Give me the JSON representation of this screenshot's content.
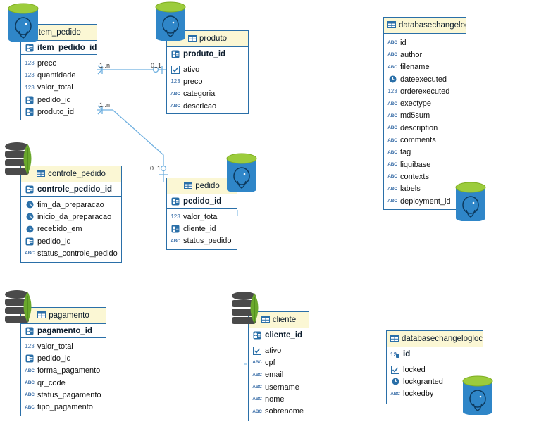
{
  "diagram": {
    "entities": [
      {
        "id": "item_pedido",
        "title": "item_pedido",
        "pk": "item_pedido_id",
        "columns": [
          {
            "name": "preco",
            "type": "num"
          },
          {
            "name": "quantidade",
            "type": "num"
          },
          {
            "name": "valor_total",
            "type": "num"
          },
          {
            "name": "pedido_id",
            "type": "fk"
          },
          {
            "name": "produto_id",
            "type": "fk"
          }
        ]
      },
      {
        "id": "produto",
        "title": "produto",
        "pk": "produto_id",
        "columns": [
          {
            "name": "ativo",
            "type": "bool"
          },
          {
            "name": "preco",
            "type": "num"
          },
          {
            "name": "categoria",
            "type": "abc"
          },
          {
            "name": "descricao",
            "type": "abc"
          }
        ]
      },
      {
        "id": "controle_pedido",
        "title": "controle_pedido",
        "pk": "controle_pedido_id",
        "columns": [
          {
            "name": "fim_da_preparacao",
            "type": "time"
          },
          {
            "name": "inicio_da_preparacao",
            "type": "time"
          },
          {
            "name": "recebido_em",
            "type": "time"
          },
          {
            "name": "pedido_id",
            "type": "fk"
          },
          {
            "name": "status_controle_pedido",
            "type": "abc"
          }
        ]
      },
      {
        "id": "pedido",
        "title": "pedido",
        "pk": "pedido_id",
        "columns": [
          {
            "name": "valor_total",
            "type": "num"
          },
          {
            "name": "cliente_id",
            "type": "fk"
          },
          {
            "name": "status_pedido",
            "type": "abc"
          }
        ]
      },
      {
        "id": "pagamento",
        "title": "pagamento",
        "pk": "pagamento_id",
        "columns": [
          {
            "name": "valor_total",
            "type": "num"
          },
          {
            "name": "pedido_id",
            "type": "fk"
          },
          {
            "name": "forma_pagamento",
            "type": "abc"
          },
          {
            "name": "qr_code",
            "type": "abc"
          },
          {
            "name": "status_pagamento",
            "type": "abc"
          },
          {
            "name": "tipo_pagamento",
            "type": "abc"
          }
        ]
      },
      {
        "id": "cliente",
        "title": "cliente",
        "pk": "cliente_id",
        "columns": [
          {
            "name": "ativo",
            "type": "bool"
          },
          {
            "name": "cpf",
            "type": "abc"
          },
          {
            "name": "email",
            "type": "abc"
          },
          {
            "name": "username",
            "type": "abc"
          },
          {
            "name": "nome",
            "type": "abc"
          },
          {
            "name": "sobrenome",
            "type": "abc"
          }
        ]
      },
      {
        "id": "databasechangelog",
        "title": "databasechangelog",
        "pk": "",
        "columns": [
          {
            "name": "id",
            "type": "abc"
          },
          {
            "name": "author",
            "type": "abc"
          },
          {
            "name": "filename",
            "type": "abc"
          },
          {
            "name": "dateexecuted",
            "type": "time"
          },
          {
            "name": "orderexecuted",
            "type": "num"
          },
          {
            "name": "exectype",
            "type": "abc"
          },
          {
            "name": "md5sum",
            "type": "abc"
          },
          {
            "name": "description",
            "type": "abc"
          },
          {
            "name": "comments",
            "type": "abc"
          },
          {
            "name": "tag",
            "type": "abc"
          },
          {
            "name": "liquibase",
            "type": "abc"
          },
          {
            "name": "contexts",
            "type": "abc"
          },
          {
            "name": "labels",
            "type": "abc"
          },
          {
            "name": "deployment_id",
            "type": "abc"
          }
        ]
      },
      {
        "id": "databasechangeloglock",
        "title": "databasechangeloglock",
        "pk": "id",
        "columns": [
          {
            "name": "locked",
            "type": "bool"
          },
          {
            "name": "lockgranted",
            "type": "time"
          },
          {
            "name": "lockedby",
            "type": "abc"
          }
        ]
      }
    ],
    "relations": [
      {
        "from": "item_pedido",
        "to": "produto",
        "from_card": "1..n",
        "to_card": "0..1"
      },
      {
        "from": "item_pedido",
        "to": "pedido",
        "from_card": "1..n",
        "to_card": "0..1"
      }
    ],
    "colors": {
      "border": "#2a6fa8",
      "header_bg": "#fbf7d4",
      "line": "#6fb0e0",
      "postgres_top": "#9ccc3c",
      "postgres_body": "#2f86c8",
      "mongo_leaf": "#6aa82c",
      "mongo_db": "#4a4a4a"
    }
  }
}
